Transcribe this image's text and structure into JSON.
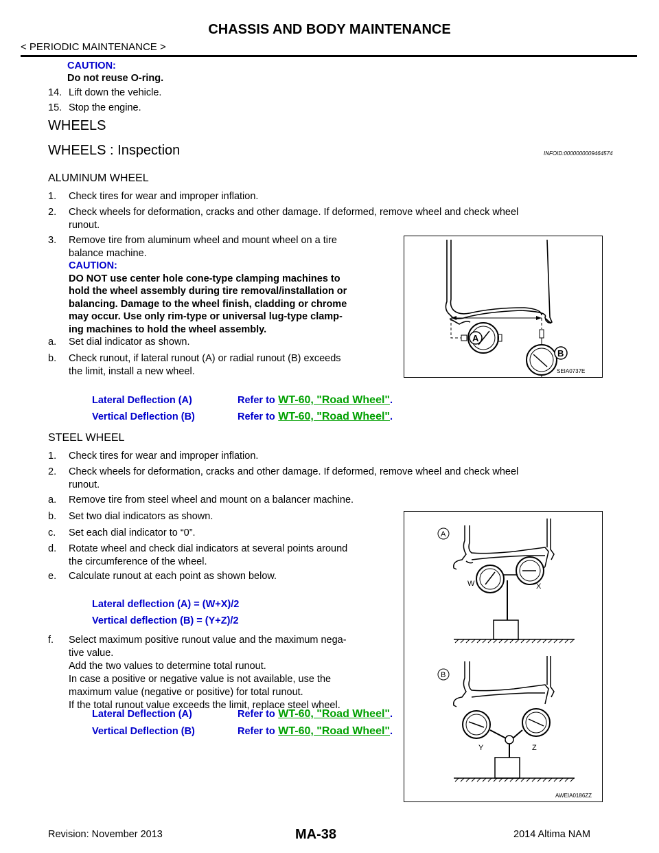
{
  "header": {
    "title": "CHASSIS AND BODY MAINTENANCE",
    "breadcrumb": "< PERIODIC MAINTENANCE >"
  },
  "top": {
    "caution_label": "CAUTION:",
    "caution_text": "Do not reuse O-ring.",
    "steps": [
      {
        "num": "14.",
        "text": "Lift down the vehicle."
      },
      {
        "num": "15.",
        "text": "Stop the engine."
      }
    ]
  },
  "section": {
    "title": "WHEELS",
    "subtitle": "WHEELS : Inspection",
    "info_id": "INFOID:0000000009464574"
  },
  "aluminum": {
    "heading": "ALUMINUM WHEEL",
    "step1_num": "1.",
    "step1": "Check tires for wear and improper inflation.",
    "step2_num": "2.",
    "step2_a": "Check wheels for deformation, cracks and other damage. If deformed, remove wheel and check wheel",
    "step2_b": "runout.",
    "step3_num": "3.",
    "step3_a": "Remove tire from aluminum wheel and mount wheel on a tire",
    "step3_b": "balance machine.",
    "caution_label": "CAUTION:",
    "caution_lines": [
      "DO NOT use center hole cone-type clamping machines to",
      "hold the wheel assembly during tire removal/installation or",
      "balancing. Damage to the wheel finish, cladding or chrome",
      "may occur. Use only rim-type or universal lug-type clamp-",
      "ing machines to hold the wheel assembly."
    ],
    "stepa_num": "a.",
    "stepa": "Set dial indicator as shown.",
    "stepb_num": "b.",
    "stepb_a": "Check runout, if lateral runout (A) or radial runout (B) exceeds",
    "stepb_b": "the limit, install a new wheel.",
    "figure_id": "SEIA0737E",
    "fig_label_a": "A",
    "fig_label_b": "B",
    "specs": [
      {
        "label": "Lateral Deflection (A)",
        "refer": "Refer to",
        "link": "WT-60, \"Road Wheel\"",
        "end": "."
      },
      {
        "label": "Vertical Deflection (B)",
        "refer": "Refer to",
        "link": "WT-60, \"Road Wheel\"",
        "end": "."
      }
    ]
  },
  "steel": {
    "heading": "STEEL WHEEL",
    "step1_num": "1.",
    "step1": "Check tires for wear and improper inflation.",
    "step2_num": "2.",
    "step2_a": "Check wheels for deformation, cracks and other damage. If deformed, remove wheel and check wheel",
    "step2_b": "runout.",
    "stepa_num": "a.",
    "stepa": "Remove tire from steel wheel and mount on a balancer machine.",
    "stepb_num": "b.",
    "stepb": "Set two dial indicators as shown.",
    "stepc_num": "c.",
    "stepc": "Set each dial indicator to “0”.",
    "stepd_num": "d.",
    "stepd_a": "Rotate wheel and check dial indicators at several points around",
    "stepd_b": "the circumference of the wheel.",
    "stepe_num": "e.",
    "stepe": "Calculate runout at each point as shown below.",
    "formula1": "Lateral deflection (A) = (W+X)/2",
    "formula2": "Vertical deflection (B) = (Y+Z)/2",
    "stepf_num": "f.",
    "stepf_lines": [
      "Select maximum positive runout value and the maximum nega-",
      "tive value.",
      "Add the two values to determine total runout.",
      "In case a positive or negative value is not available, use the",
      "maximum value (negative or positive) for total runout.",
      "If the total runout value exceeds the limit, replace steel wheel."
    ],
    "specs": [
      {
        "label": "Lateral Deflection (A)",
        "refer": "Refer to",
        "link": "WT-60, \"Road Wheel\"",
        "end": "."
      },
      {
        "label": "Vertical Deflection (B)",
        "refer": "Refer to",
        "link": "WT-60, \"Road Wheel\"",
        "end": "."
      }
    ],
    "figure_id": "AWEIA0186ZZ",
    "fig_label_a": "A",
    "fig_label_b": "B",
    "fig_w": "W",
    "fig_x": "X",
    "fig_y": "Y",
    "fig_z": "Z"
  },
  "footer": {
    "revision": "Revision: November 2013",
    "page": "MA-38",
    "model": "2014 Altima NAM"
  }
}
